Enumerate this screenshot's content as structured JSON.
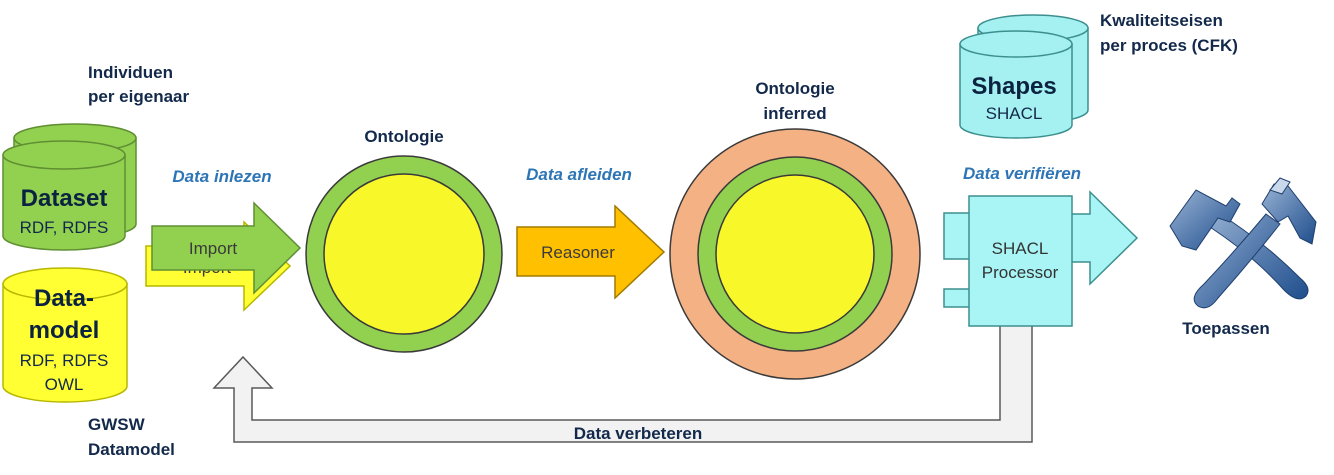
{
  "labels": {
    "individuen_line1": "Individuen",
    "individuen_line2": "per eigenaar",
    "gwsw_line1": "GWSW",
    "gwsw_line2": "Datamodel",
    "kwaliteit_line1": "Kwaliteitseisen",
    "kwaliteit_line2": "per proces (CFK)",
    "ontologie": "Ontologie",
    "ontologie_inferred_line1": "Ontologie",
    "ontologie_inferred_line2": "inferred",
    "toepassen": "Toepassen"
  },
  "steps": {
    "data_inlezen": "Data inlezen",
    "data_afleiden": "Data afleiden",
    "data_verifieren": "Data verifiëren",
    "data_verbeteren": "Data verbeteren"
  },
  "cylinders": {
    "dataset": {
      "title": "Dataset",
      "sub": "RDF, RDFS"
    },
    "datamodel": {
      "title_line1": "Data-",
      "title_line2": "model",
      "sub_line1": "RDF, RDFS",
      "sub_line2": "OWL"
    },
    "shapes": {
      "title": "Shapes",
      "sub": "SHACL"
    }
  },
  "arrows": {
    "import_front": "Import",
    "import_back": "Import",
    "reasoner": "Reasoner"
  },
  "processor": {
    "line1": "SHACL",
    "line2": "Processor"
  },
  "colors": {
    "dataset_green": "#92d050",
    "datamodel_yellow": "#ffff33",
    "ontology_yellow": "#f7f72a",
    "reasoner_orange": "#ffc000",
    "inferred_orange": "#f4b183",
    "shacl_cyan": "#a9f5f5",
    "shapes_cyan": "#a5f0f0",
    "navy_text": "#13294b",
    "blue_text": "#2e75b6",
    "feedback_grey": "#f2f2f2"
  },
  "icons": {
    "tools": "crossed-hammers-icon"
  }
}
